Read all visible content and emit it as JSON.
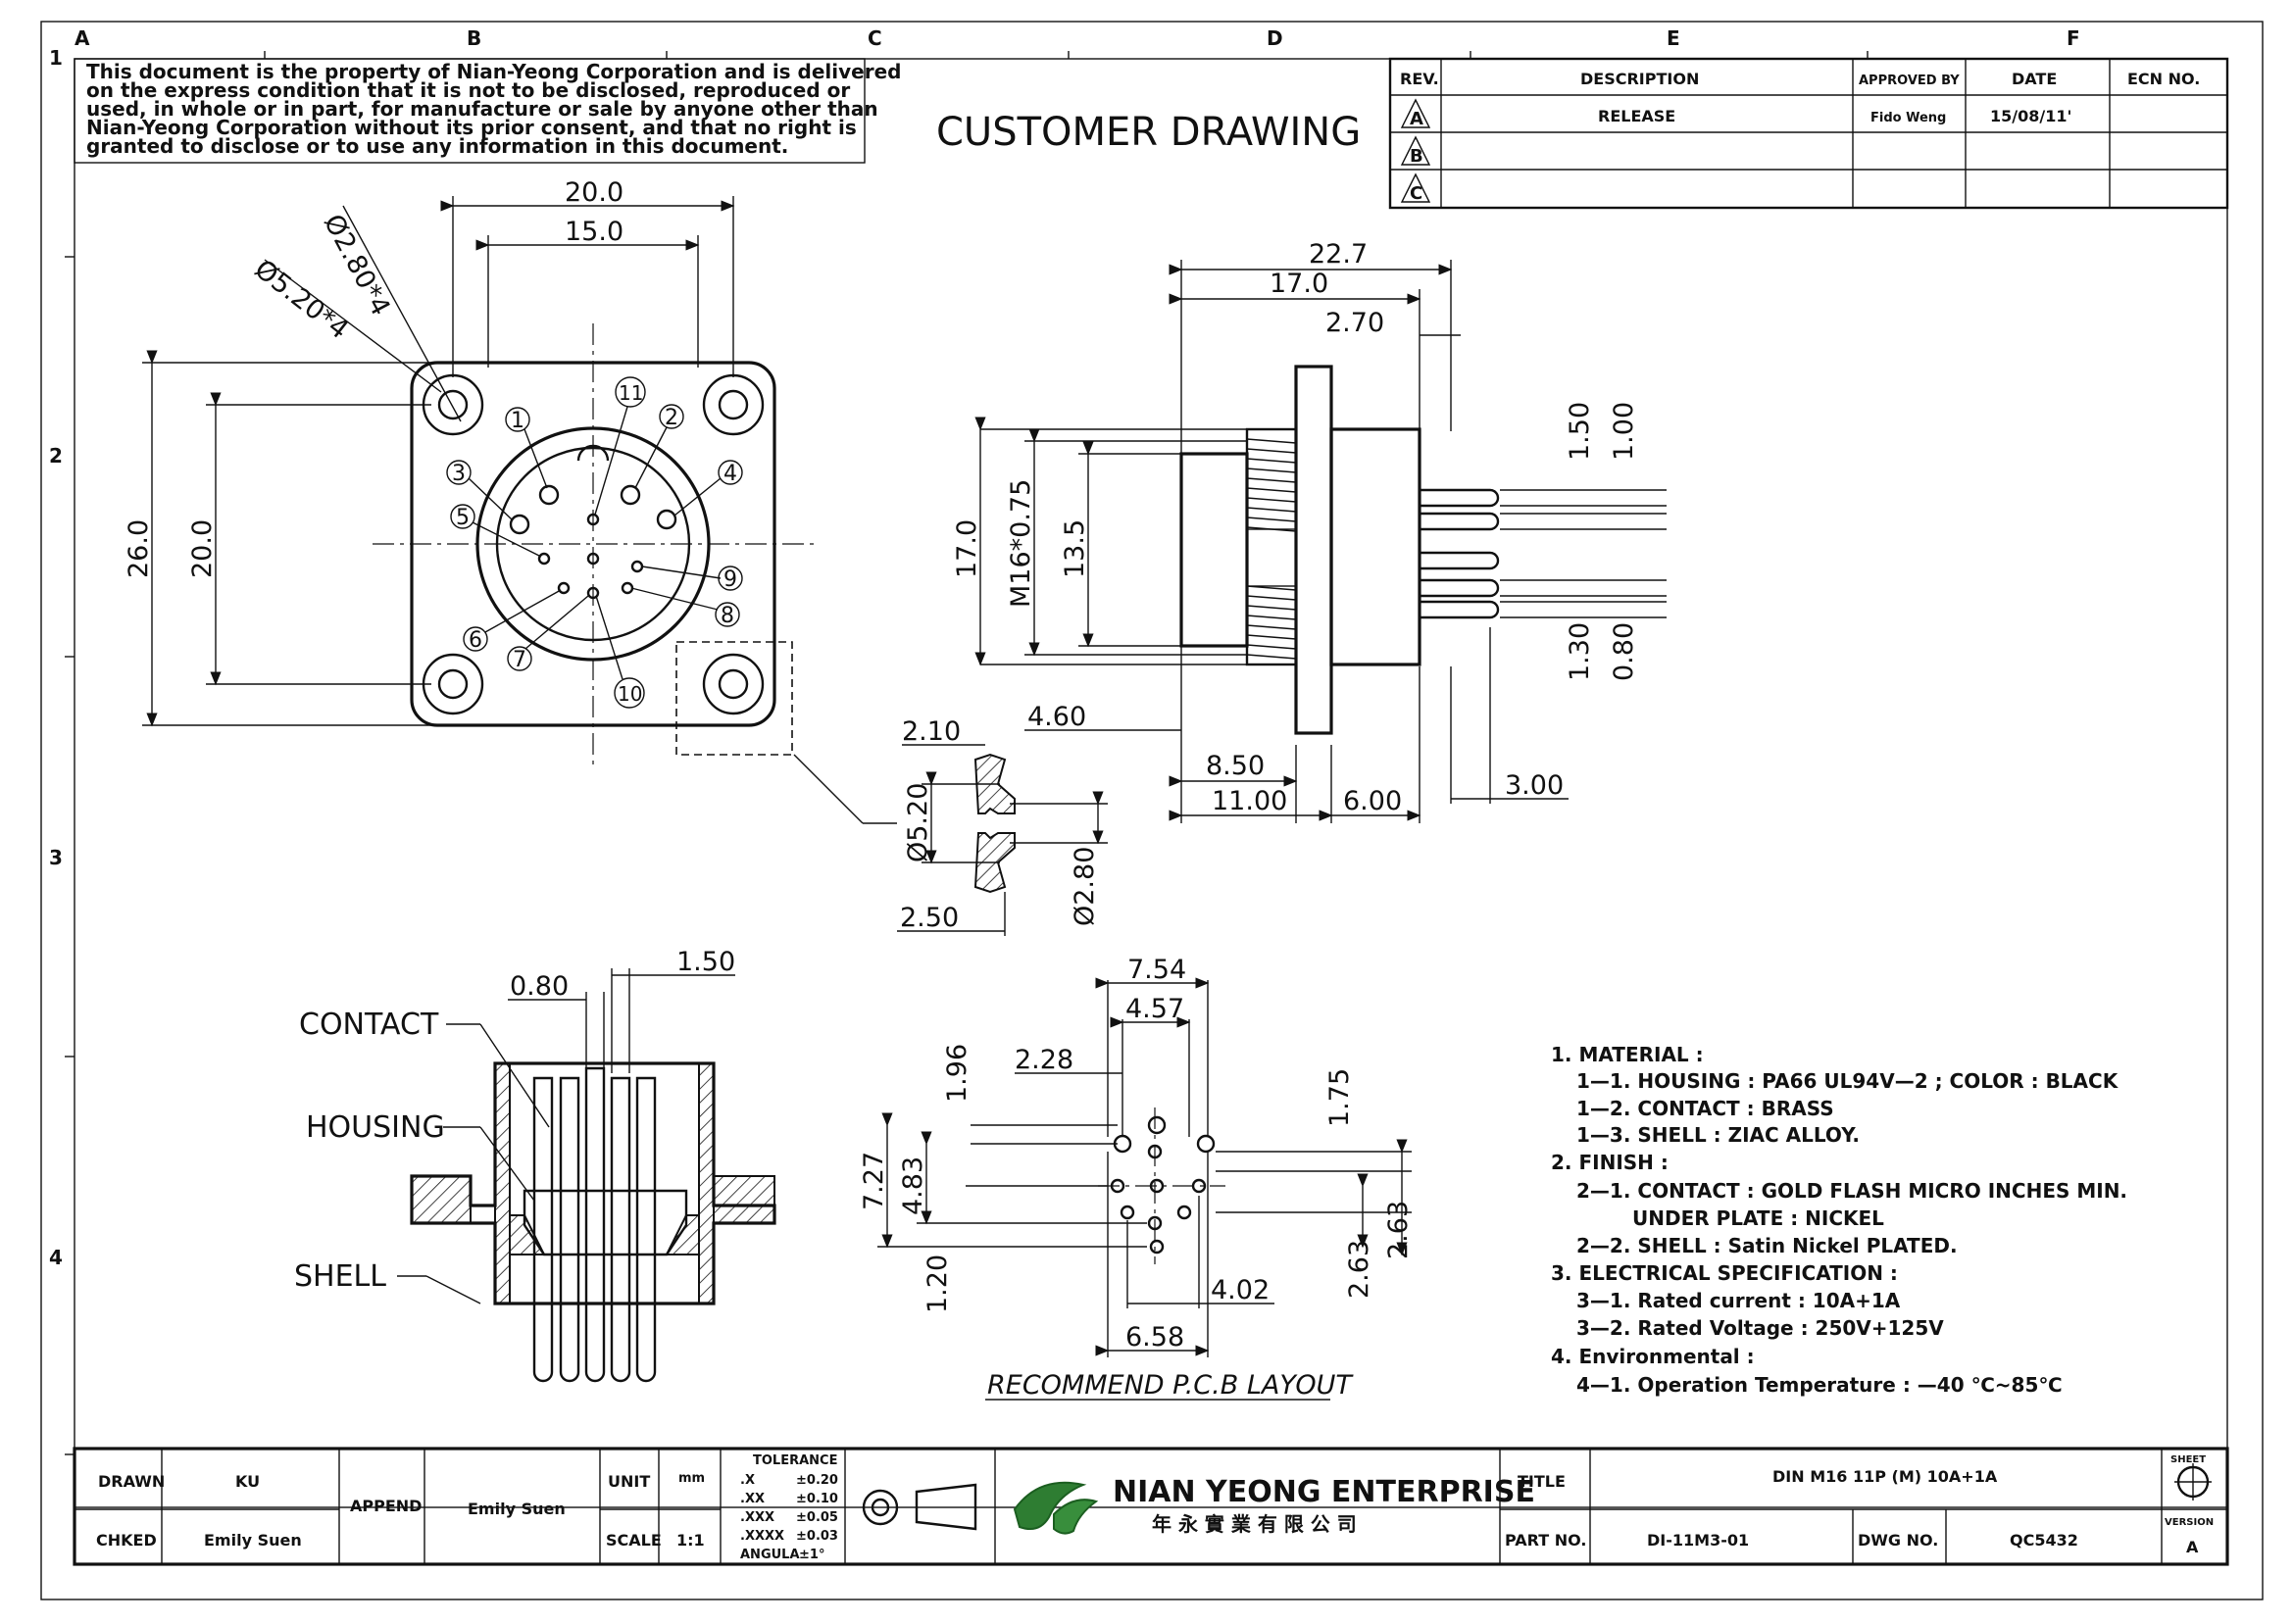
{
  "border": {
    "col_labels": [
      "A",
      "B",
      "C",
      "D",
      "E",
      "F"
    ],
    "row_labels": [
      "1",
      "2",
      "3",
      "4"
    ]
  },
  "notice": "This document is the property of Nian-Yeong Corporation and is delivered on the express condition that it is not to be disclosed, reproduced or used, in whole or in part, for manufacture or sale by anyone other than Nian-Yeong Corporation without its prior consent, and that no right is granted to disclose or to use any information in this document.",
  "notice_lines": [
    "This document is the property of Nian-Yeong Corporation and is delivered",
    "on  the  express condition that it is not to be disclosed, reproduced or",
    "used, in whole or in part, for manufacture or sale by anyone other than",
    "Nian-Yeong Corporation without  its prior consent, and that  no right  is",
    "granted to disclose or to use any information in this  document."
  ],
  "drawing_title": "CUSTOMER  DRAWING",
  "revision_table": {
    "headers": [
      "REV.",
      "DESCRIPTION",
      "APPROVED BY",
      "DATE",
      "ECN NO."
    ],
    "rows": [
      {
        "rev": "A",
        "description": "RELEASE",
        "approved_by": "Fido Weng",
        "date": "15/08/11'",
        "ecn": ""
      },
      {
        "rev": "B",
        "description": "",
        "approved_by": "",
        "date": "",
        "ecn": ""
      },
      {
        "rev": "C",
        "description": "",
        "approved_by": "",
        "date": "",
        "ecn": ""
      }
    ]
  },
  "front_view": {
    "dims": [
      "20.0",
      "15.0",
      "Ø2.80*4",
      "Ø5.20*4",
      "26.0",
      "20.0"
    ],
    "pins": [
      "1",
      "2",
      "3",
      "4",
      "5",
      "6",
      "7",
      "8",
      "9",
      "10",
      "11"
    ]
  },
  "side_view": {
    "dims": [
      "22.7",
      "17.0",
      "2.70",
      "17.0",
      "M16*0.75",
      "13.5",
      "1.50",
      "1.00",
      "1.30",
      "0.80",
      "4.60",
      "8.50",
      "11.00",
      "6.00",
      "3.00"
    ]
  },
  "detail_view": {
    "dims": [
      "2.10",
      "Ø5.20",
      "Ø2.80",
      "2.50"
    ]
  },
  "section_view": {
    "labels": [
      "CONTACT",
      "HOUSING",
      "SHELL"
    ],
    "dims": [
      "0.80",
      "1.50"
    ]
  },
  "pcb_layout": {
    "title": "RECOMMEND P.C.B LAYOUT",
    "dims": [
      "7.54",
      "4.57",
      "2.28",
      "1.96",
      "1.75",
      "7.27",
      "4.83",
      "1.20",
      "2.63",
      "2.63",
      "4.02",
      "6.58"
    ]
  },
  "notes": [
    "1.  MATERIAL  :",
    "1—1.  HOUSING  :  PA66  UL94V—2  ;  COLOR  :  BLACK",
    "1—2.  CONTACT  :  BRASS",
    "1—3.  SHELL  :  ZIAC  ALLOY.",
    "2.  FINISH  :",
    "2—1.  CONTACT  :  GOLD  FLASH  MICRO  INCHES  MIN.",
    "UNDER  PLATE  :  NICKEL",
    "2—2.  SHELL  :  Satin  Nickel  PLATED.",
    "3.  ELECTRICAL  SPECIFICATION  :",
    "3—1.  Rated  current  :  10A+1A",
    "3—2.  Rated  Voltage  :  250V+125V",
    "4.  Environmental  :",
    "4—1.  Operation  Temperature  :  —40  ℃~85℃"
  ],
  "title_block": {
    "drawn_label": "DRAWN",
    "drawn": "KU",
    "checked_label": "CHKED",
    "checked": "Emily Suen",
    "append_label": "APPEND",
    "append": "Emily Suen",
    "unit_label": "UNIT",
    "unit": "mm",
    "scale_label": "SCALE",
    "scale": "1:1",
    "tolerance_title": "TOLERANCE",
    "tolerances": [
      {
        "fmt": ".X",
        "val": "±0.20"
      },
      {
        "fmt": ".XX",
        "val": "±0.10"
      },
      {
        "fmt": ".XXX",
        "val": "±0.05"
      },
      {
        "fmt": ".XXXX",
        "val": "±0.03"
      },
      {
        "fmt": "ANGULA",
        "val": "±1°"
      }
    ],
    "company": "NIAN YEONG ENTERPRISE",
    "company_cn": "年 永 實 業 有 限 公 司",
    "title_label": "TITLE",
    "title": "DIN M16 11P (M) 10A+1A",
    "part_no_label": "PART NO.",
    "part_no": "DI-11M3-01",
    "dwg_no_label": "DWG NO.",
    "dwg_no": "QC5432",
    "sheet_label": "SHEET",
    "version_label": "VERSION",
    "version": "A"
  }
}
